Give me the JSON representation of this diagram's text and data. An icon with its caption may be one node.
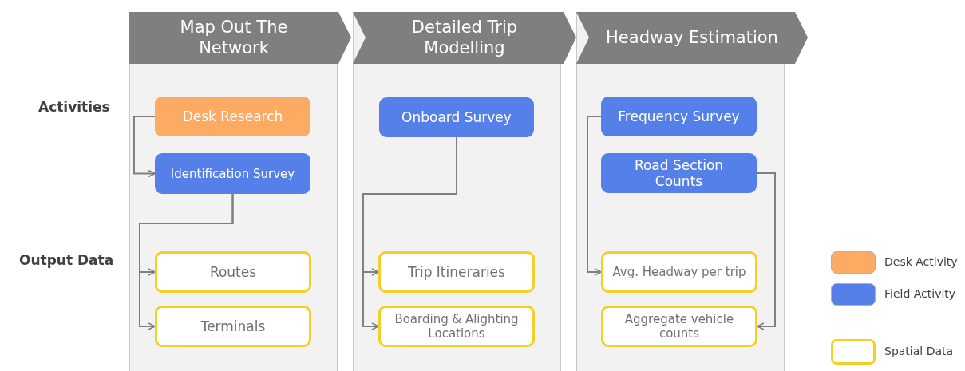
{
  "diagram": {
    "nodes": [
      {
        "text": [
          "Map Out The Network"
        ]
      },
      {
        "text": [
          "Desk Research"
        ],
        "in": 0
      },
      {
        "text": [
          "Identification Survey"
        ],
        "in": 0
      },
      {
        "text": [
          "Routes"
        ],
        "in": 0
      },
      {
        "text": [
          "Terminals"
        ],
        "in": 0
      },
      {
        "text": [
          "Detailed Trip Modelling"
        ]
      },
      {
        "text": [
          "Onboard Survey"
        ],
        "in": 5
      },
      {
        "text": [
          "Trip Itineraries"
        ],
        "in": 5
      },
      {
        "text": [
          "Boarding & Alighting Locations"
        ],
        "in": 5
      },
      {
        "text": [
          "Headway Estimation"
        ]
      },
      {
        "text": [
          "Frequency Survey"
        ],
        "in": 9
      },
      {
        "text": [
          "Road Section Counts"
        ],
        "in": 9
      },
      {
        "text": [
          "Avg. Headway per trip"
        ],
        "in": 9
      },
      {
        "text": [
          "Aggregate vehicle counts"
        ],
        "in": 9
      }
    ],
    "edges": [
      {
        "from": 1,
        "to": 2,
        "arrow": "to"
      },
      {
        "from": 2,
        "to": 3,
        "arrow": "to"
      },
      {
        "from": 2,
        "to": 4,
        "arrow": "to"
      },
      {
        "from": 6,
        "to": 7,
        "arrow": "to"
      },
      {
        "from": 6,
        "to": 8,
        "arrow": "to"
      },
      {
        "from": 10,
        "to": 12,
        "arrow": "to"
      },
      {
        "from": 11,
        "to": 13,
        "arrow": "to"
      }
    ],
    "labels": [
      "Activities",
      "Output Data"
    ],
    "legend": [
      {
        "text": "Desk Activity",
        "color": "#fdaa63"
      },
      {
        "text": "Field Activity",
        "color": "#5680e9"
      },
      {
        "text": "Spatial Data"
      }
    ]
  }
}
